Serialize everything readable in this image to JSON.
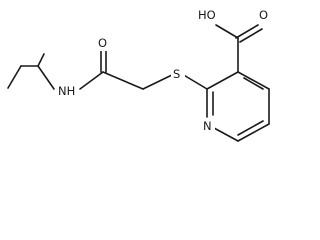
{
  "labels": {
    "oh": "HO",
    "carbonyl_o": "O",
    "amide_o": "O",
    "nh": "NH",
    "s": "S",
    "n": "N"
  },
  "colors": {
    "ink": "#1a1a1a",
    "background": "#ffffff"
  }
}
